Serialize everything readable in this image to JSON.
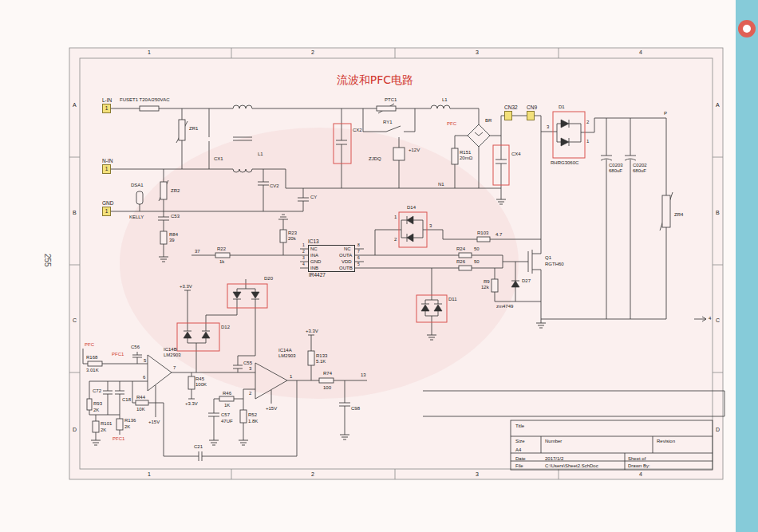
{
  "diagram": {
    "title": "流波和PFC电路",
    "nodes": [
      {
        "text": [
          "L-IN",
          "1"
        ]
      },
      {
        "text": [
          "N-IN",
          "1"
        ]
      },
      {
        "text": [
          "GND",
          "1"
        ]
      },
      {
        "text": [
          "CN32"
        ]
      },
      {
        "text": [
          "CN9"
        ]
      },
      {
        "text": [
          "IC13",
          "IR4427"
        ]
      }
    ],
    "labels": [
      "1",
      "2",
      "3",
      "4",
      "1",
      "2",
      "3",
      "4",
      "A",
      "B",
      "C",
      "D",
      "A",
      "B",
      "C",
      "D",
      "255",
      "FUSET1 T20A/250VAC",
      "ZR1",
      "CX1",
      "L1",
      "CX2",
      "PTC1",
      "L1",
      "RY1",
      "+12V",
      "ZJDQ",
      "PFC",
      "R151",
      "20mΩ",
      "BR",
      "CX4",
      "D1",
      "3",
      "2",
      "1",
      "RHRG3060C",
      "C0203",
      "680uF",
      "C0202",
      "680uF",
      "P",
      "ZR4",
      "CV2",
      "CY",
      "N1",
      "DSA1",
      "ZR2",
      "KELLY",
      "C53",
      "R84",
      "39",
      "R23",
      "20k",
      "1",
      "2",
      "3",
      "4",
      "NC",
      "INA",
      "GND",
      "INB",
      "NC",
      "OUTA",
      "VDD",
      "OUTB",
      "8",
      "7",
      "6",
      "5",
      "37",
      "R22",
      "1k",
      "D14",
      "1",
      "2",
      "3",
      "R103",
      "4.7",
      "R24",
      "50",
      "R26",
      "50",
      "Q1",
      "RGTH60",
      "R9",
      "12k",
      "D27",
      "zm4749",
      "D11",
      "D20",
      "+3.3V",
      "D12",
      "C56",
      "PFC",
      "PFC1",
      "R168",
      "3.01K",
      "5",
      "6",
      "IC14B",
      "LM2903",
      "7",
      "C55",
      "+3.3V",
      "R133",
      "5.1K",
      "IC14A",
      "LM2903",
      "3",
      "2",
      "1",
      "R74",
      "100",
      "13",
      "R45",
      "100K",
      "+3.3V",
      "R46",
      "1K",
      "C57",
      "47UF",
      "R52",
      "1.8K",
      "C98",
      "C72",
      "C18",
      "R44",
      "10K",
      "R93",
      "2K",
      "R136",
      "2K",
      "PFC1",
      "+15V",
      "+15V",
      "R101",
      "2K",
      "C21",
      "Title",
      "Size",
      "Number",
      "Revision",
      "A4",
      "Date",
      "2017/1/2",
      "Sheet of",
      "File",
      "C:\\Users\\Sheet2.SchDoc",
      "Drawn By:",
      "4"
    ]
  }
}
